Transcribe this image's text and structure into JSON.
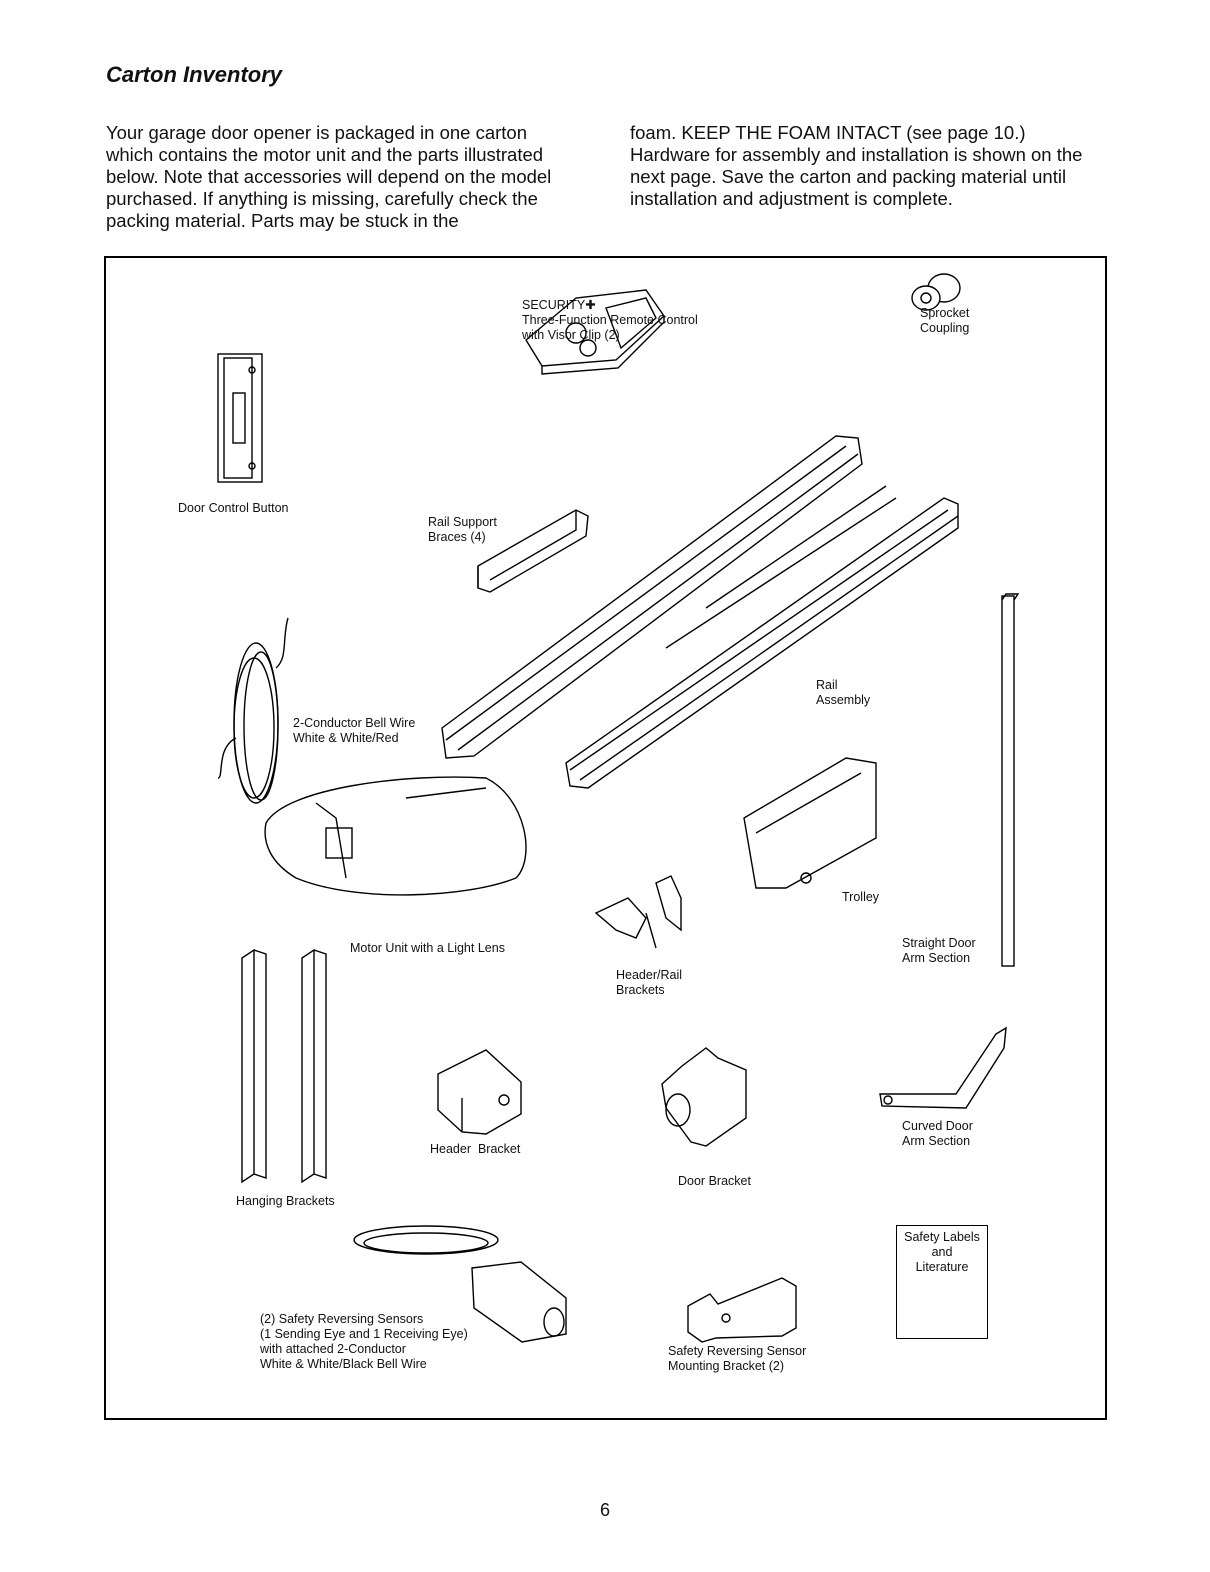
{
  "page": {
    "title": "Carton Inventory",
    "intro_left": "Your garage door opener is packaged in one carton which contains the motor unit and the parts illustrated below. Note that accessories will depend on the model purchased. If anything is missing, carefully check the packing material. Parts may be stuck in the",
    "intro_right": "foam. KEEP THE FOAM INTACT (see page 10.) Hardware for assembly and installation is shown on the next page. Save the carton and packing material until installation and adjustment is complete.",
    "page_number": "6"
  },
  "parts": {
    "remote": "SECURITY✚\nThree-Function Remote Control\nwith Visor Clip (2)",
    "sprocket": "Sprocket\nCoupling",
    "door_control": "Door Control Button",
    "rail_braces": "Rail Support\nBraces (4)",
    "rail_assembly": "Rail\nAssembly",
    "bell_wire": "2-Conductor Bell Wire\nWhite & White/Red",
    "motor_unit": "Motor Unit with a Light Lens",
    "trolley": "Trolley",
    "header_rail_brackets": "Header/Rail\nBrackets",
    "straight_arm": "Straight Door\nArm Section",
    "hanging_brackets": "Hanging Brackets",
    "header_bracket": "Header  Bracket",
    "door_bracket": "Door Bracket",
    "curved_arm": "Curved Door\nArm Section",
    "sensors": "(2) Safety Reversing Sensors\n(1 Sending Eye and 1 Receiving Eye)\nwith attached 2-Conductor\nWhite & White/Black Bell Wire",
    "sensor_bracket": "Safety Reversing Sensor\nMounting Bracket (2)",
    "safety_labels": "Safety Labels\nand\nLiterature"
  }
}
